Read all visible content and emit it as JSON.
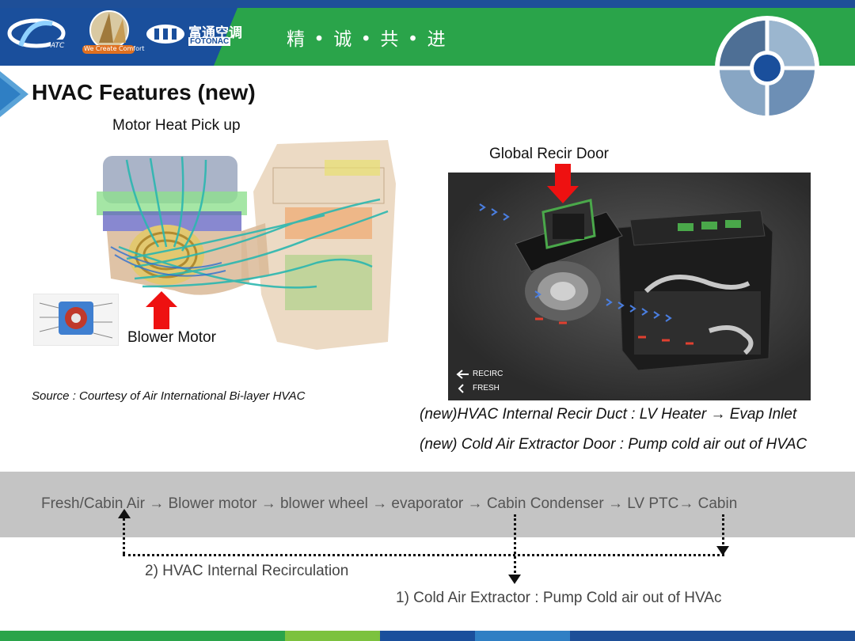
{
  "header": {
    "logo_text_1": "ATC",
    "logo_text_2": "We Create Comfort",
    "logo_text_3": "富通空调",
    "logo_text_4": "FOTONAC",
    "slogan": "精 • 诚 • 共 • 进",
    "colors": {
      "blue": "#1a4f9c",
      "green": "#2aa44a"
    }
  },
  "slide": {
    "title": "HVAC Features (new)",
    "left_panel": {
      "heading": "Motor Heat Pick up",
      "callout": "Blower Motor",
      "source": "Source : Courtesy of Air International Bi-layer HVAC"
    },
    "right_panel": {
      "heading": "Global Recir Door",
      "legend_recirc": "RECIRC",
      "legend_fresh": "FRESH"
    },
    "notes": [
      "(new)HVAC Internal Recir Duct : LV Heater → Evap Inlet",
      "(new) Cold Air Extractor Door : Pump cold air out of HVAC"
    ],
    "flow": "Fresh/Cabin  Air → Blower motor → blower wheel → evaporator → Cabin Condenser → LV PTC→ Cabin",
    "recirculation_label": "2) HVAC Internal Recirculation",
    "extractor_label": "1) Cold Air Extractor : Pump Cold air out of HVAc"
  }
}
